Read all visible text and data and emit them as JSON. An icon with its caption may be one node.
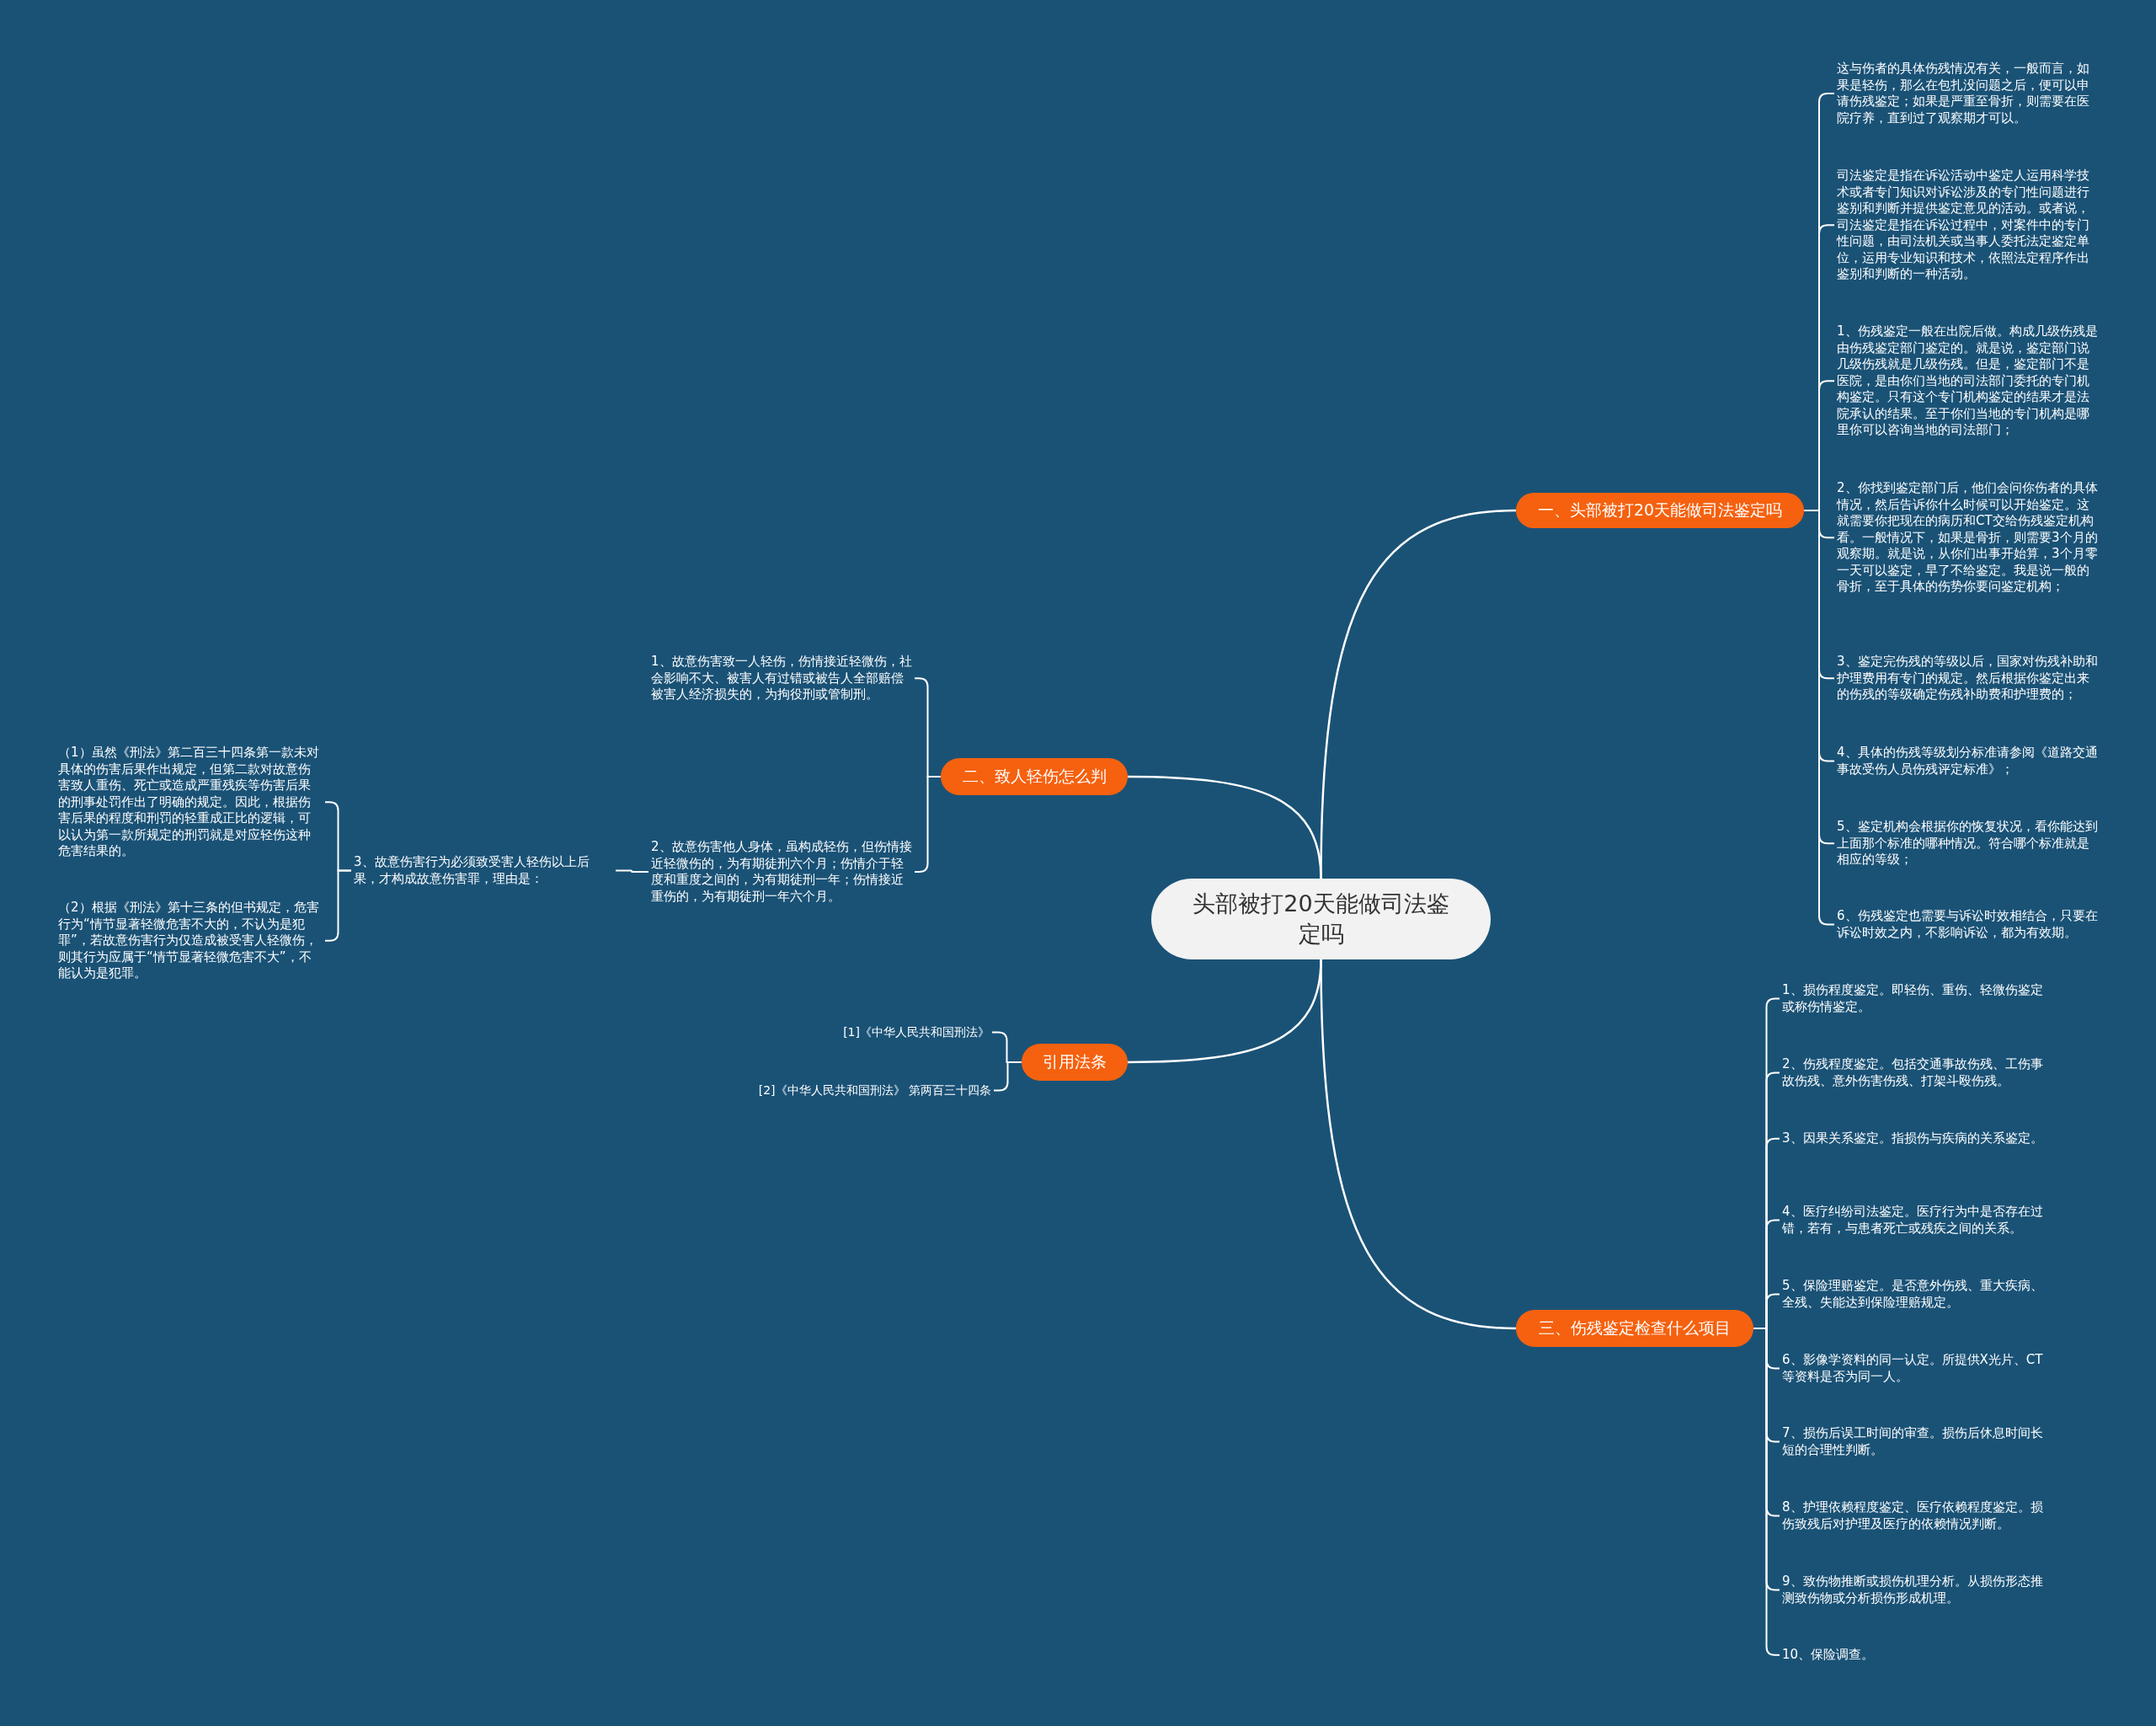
{
  "diagram": {
    "nodes": [
      {
        "text": [
          "头部被打20天能做司法鉴定吗"
        ]
      },
      {
        "text": [
          "一、头部被打20天能做司法鉴定吗"
        ]
      },
      {
        "text": [
          "这与伤者的具体伤残情况有关，一般而言，如果是轻伤，那么在包扎没问题之后，便可以申请伤残鉴定；如果是严重至骨折，则需要在医院疗养，直到过了观察期才可以。"
        ]
      },
      {
        "text": [
          "司法鉴定是指在诉讼活动中鉴定人运用科学技术或者专门知识对诉讼涉及的专门性问题进行鉴别和判断并提供鉴定意见的活动。或者说，司法鉴定是指在诉讼过程中，对案件中的专门性问题，由司法机关或当事人委托法定鉴定单位，运用专业知识和技术，依照法定程序作出鉴别和判断的一种活动。"
        ]
      },
      {
        "text": [
          "1、伤残鉴定一般在出院后做。构成几级伤残是由伤残鉴定部门鉴定的。就是说，鉴定部门说几级伤残就是几级伤残。但是，鉴定部门不是医院，是由你们当地的司法部门委托的专门机构鉴定。只有这个专门机构鉴定的结果才是法院承认的结果。至于你们当地的专门机构是哪里你可以咨询当地的司法部门；"
        ]
      },
      {
        "text": [
          "2、你找到鉴定部门后，他们会问你伤者的具体情况，然后告诉你什么时候可以开始鉴定。这就需要你把现在的病历和CT交给伤残鉴定机构看。一般情况下，如果是骨折，则需要3个月的观察期。就是说，从你们出事开始算，3个月零一天可以鉴定，早了不给鉴定。我是说一般的骨折，至于具体的伤势你要问鉴定机构；"
        ]
      },
      {
        "text": [
          "3、鉴定完伤残的等级以后，国家对伤残补助和护理费用有专门的规定。然后根据你鉴定出来的伤残的等级确定伤残补助费和护理费的；"
        ]
      },
      {
        "text": [
          "4、具体的伤残等级划分标准请参阅《道路交通事故受伤人员伤残评定标准》；"
        ]
      },
      {
        "text": [
          "5、鉴定机构会根据你的恢复状况，看你能达到上面那个标准的哪种情况。符合哪个标准就是相应的等级；"
        ]
      },
      {
        "text": [
          "6、伤残鉴定也需要与诉讼时效相结合，只要在诉讼时效之内，不影响诉讼，都为有效期。"
        ]
      },
      {
        "text": [
          "二、致人轻伤怎么判"
        ]
      },
      {
        "text": [
          "1、故意伤害致一人轻伤，伤情接近轻微伤，社会影响不大、被害人有过错或被告人全部赔偿被害人经济损失的，为拘役刑或管制刑。"
        ]
      },
      {
        "text": [
          "2、故意伤害他人身体，虽构成轻伤，但伤情接近轻微伤的，为有期徒刑六个月；伤情介于轻度和重度之间的，为有期徒刑一年；伤情接近重伤的，为有期徒刑一年六个月。"
        ]
      },
      {
        "text": [
          "3、故意伤害行为必须致受害人轻伤以上后果，才构成故意伤害罪，理由是："
        ]
      },
      {
        "text": [
          "（1）虽然《刑法》第二百三十四条第一款未对具体的伤害后果作出规定，但第二款对故意伤害致人重伤、死亡或造成严重残疾等伤害后果的刑事处罚作出了明确的规定。因此，根据伤害后果的程度和刑罚的轻重成正比的逻辑，可以认为第一款所规定的刑罚就是对应轻伤这种危害结果的。"
        ]
      },
      {
        "text": [
          "（2）根据《刑法》第十三条的但书规定，危害行为“情节显著轻微危害不大的，不认为是犯罪”，若故意伤害行为仅造成被受害人轻微伤，则其行为应属于“情节显著轻微危害不大”，不能认为是犯罪。"
        ]
      },
      {
        "text": [
          "引用法条"
        ]
      },
      {
        "text": [
          "[1]《中华人民共和国刑法》"
        ]
      },
      {
        "text": [
          "[2]《中华人民共和国刑法》 第两百三十四条"
        ]
      },
      {
        "text": [
          "三、伤残鉴定检查什么项目"
        ]
      },
      {
        "text": [
          "1、损伤程度鉴定。即轻伤、重伤、轻微伤鉴定或称伤情鉴定。"
        ]
      },
      {
        "text": [
          "2、伤残程度鉴定。包括交通事故伤残、工伤事故伤残、意外伤害伤残、打架斗殴伤残。"
        ]
      },
      {
        "text": [
          "3、因果关系鉴定。指损伤与疾病的关系鉴定。"
        ]
      },
      {
        "text": [
          "4、医疗纠纷司法鉴定。医疗行为中是否存在过错，若有，与患者死亡或残疾之间的关系。"
        ]
      },
      {
        "text": [
          "5、保险理赔鉴定。是否意外伤残、重大疾病、全残、失能达到保险理赔规定。"
        ]
      },
      {
        "text": [
          "6、影像学资料的同一认定。所提供X光片、CT等资料是否为同一人。"
        ]
      },
      {
        "text": [
          "7、损伤后误工时间的审查。损伤后休息时间长短的合理性判断。"
        ]
      },
      {
        "text": [
          "8、护理依赖程度鉴定、医疗依赖程度鉴定。损伤致残后对护理及医疗的依赖情况判断。"
        ]
      },
      {
        "text": [
          "9、致伤物推断或损伤机理分析。从损伤形态推测致伤物或分析损伤形成机理。"
        ]
      },
      {
        "text": [
          "10、保险调查。"
        ]
      }
    ],
    "edges": [
      {
        "from": 0,
        "to": 1,
        "arrow": "none"
      },
      {
        "from": 1,
        "to": 2,
        "arrow": "none"
      },
      {
        "from": 1,
        "to": 3,
        "arrow": "none"
      },
      {
        "from": 1,
        "to": 4,
        "arrow": "none"
      },
      {
        "from": 1,
        "to": 5,
        "arrow": "none"
      },
      {
        "from": 1,
        "to": 6,
        "arrow": "none"
      },
      {
        "from": 1,
        "to": 7,
        "arrow": "none"
      },
      {
        "from": 1,
        "to": 8,
        "arrow": "none"
      },
      {
        "from": 1,
        "to": 9,
        "arrow": "none"
      },
      {
        "from": 0,
        "to": 10,
        "arrow": "none"
      },
      {
        "from": 10,
        "to": 11,
        "arrow": "none"
      },
      {
        "from": 10,
        "to": 12,
        "arrow": "none"
      },
      {
        "from": 12,
        "to": 13,
        "arrow": "none"
      },
      {
        "from": 13,
        "to": 14,
        "arrow": "none"
      },
      {
        "from": 13,
        "to": 15,
        "arrow": "none"
      },
      {
        "from": 0,
        "to": 16,
        "arrow": "none"
      },
      {
        "from": 16,
        "to": 17,
        "arrow": "none"
      },
      {
        "from": 16,
        "to": 18,
        "arrow": "none"
      },
      {
        "from": 0,
        "to": 19,
        "arrow": "none"
      },
      {
        "from": 19,
        "to": 20,
        "arrow": "none"
      },
      {
        "from": 19,
        "to": 21,
        "arrow": "none"
      },
      {
        "from": 19,
        "to": 22,
        "arrow": "none"
      },
      {
        "from": 19,
        "to": 23,
        "arrow": "none"
      },
      {
        "from": 19,
        "to": 24,
        "arrow": "none"
      },
      {
        "from": 19,
        "to": 25,
        "arrow": "none"
      },
      {
        "from": 19,
        "to": 26,
        "arrow": "none"
      },
      {
        "from": 19,
        "to": 27,
        "arrow": "none"
      },
      {
        "from": 19,
        "to": 28,
        "arrow": "none"
      },
      {
        "from": 19,
        "to": 29,
        "arrow": "none"
      }
    ]
  }
}
